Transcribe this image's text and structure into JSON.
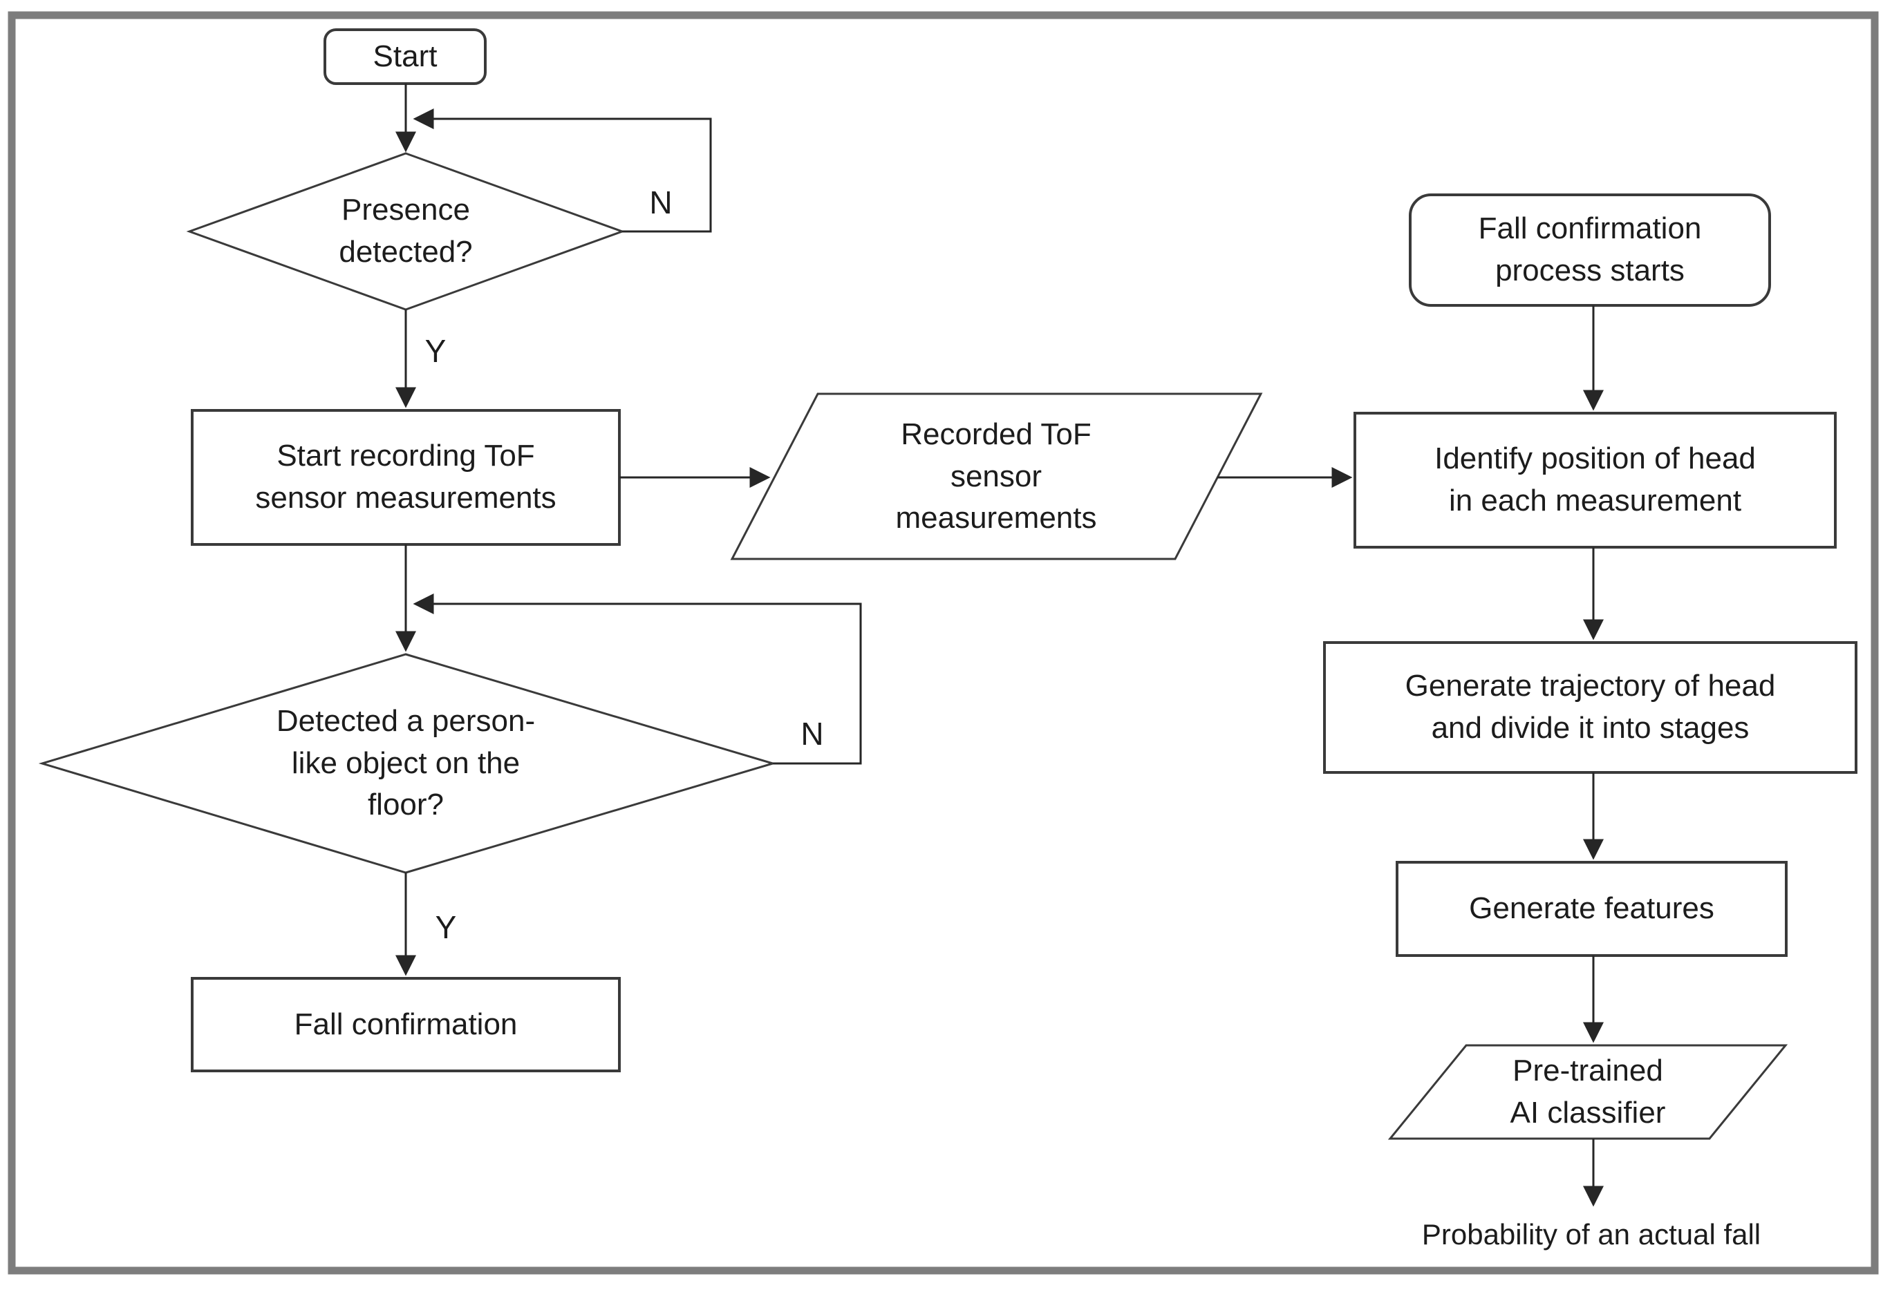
{
  "colors": {
    "background": "#ffffff",
    "frame": "#7d7d7d",
    "shape_stroke": "#3a3a3a",
    "edge_stroke": "#262626",
    "text": "#1c1c1c"
  },
  "nodes": {
    "start": {
      "type": "terminator",
      "label": "Start",
      "lines": [
        "Start"
      ]
    },
    "presence": {
      "type": "decision",
      "label": "Presence detected?",
      "lines": [
        "Presence",
        "detected?"
      ]
    },
    "start_recording": {
      "type": "process",
      "label": "Start recording ToF sensor measurements",
      "lines": [
        "Start recording ToF",
        "sensor measurements"
      ]
    },
    "recorded_tof": {
      "type": "data",
      "label": "Recorded ToF sensor measurements",
      "lines": [
        "Recorded ToF",
        "sensor",
        "measurements"
      ]
    },
    "fall_process_starts": {
      "type": "terminator",
      "label": "Fall confirmation process starts",
      "lines": [
        "Fall confirmation",
        "process starts"
      ]
    },
    "identify_position": {
      "type": "process",
      "label": "Identify position of head in each measurement",
      "lines": [
        "Identify position of head",
        "in each measurement"
      ]
    },
    "generate_trajectory": {
      "type": "process",
      "label": "Generate trajectory of head and divide it into stages",
      "lines": [
        "Generate trajectory of head",
        "and divide it into stages"
      ]
    },
    "generate_features": {
      "type": "process",
      "label": "Generate features",
      "lines": [
        "Generate features"
      ]
    },
    "pretrained_classifier": {
      "type": "data",
      "label": "Pre-trained AI classifier",
      "lines": [
        "Pre-trained",
        "AI classifier"
      ]
    },
    "detected_person": {
      "type": "decision",
      "label": "Detected a person-like object on the floor?",
      "lines": [
        "Detected a person-",
        "like object on the",
        "floor?"
      ]
    },
    "fall_confirmation": {
      "type": "process",
      "label": "Fall confirmation",
      "lines": [
        "Fall confirmation"
      ]
    },
    "probability_output": {
      "type": "output-text",
      "label": "Probability of an actual fall",
      "lines": [
        "Probability of an actual fall"
      ]
    }
  },
  "edge_labels": {
    "presence_no": "N",
    "presence_yes": "Y",
    "person_no": "N",
    "person_yes": "Y"
  }
}
